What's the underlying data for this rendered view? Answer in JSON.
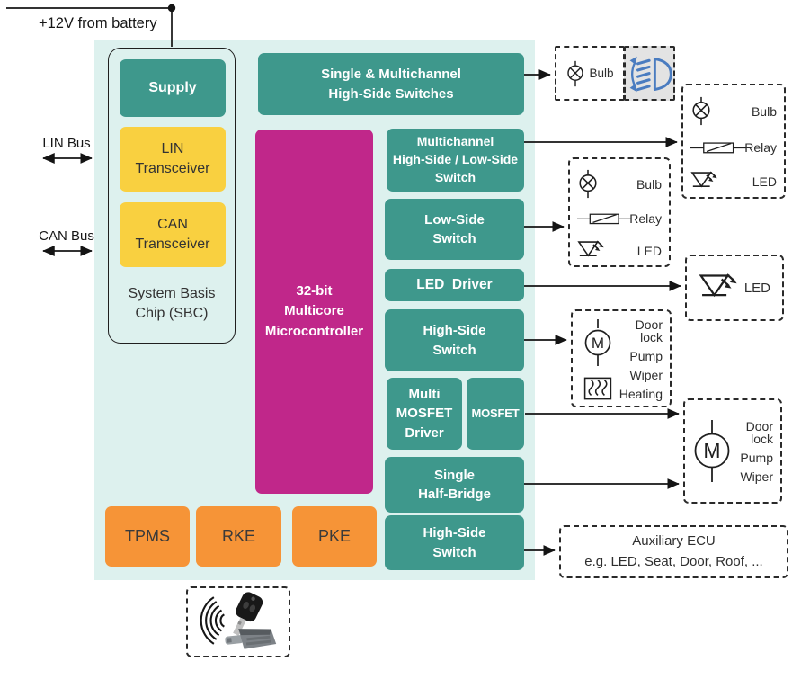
{
  "colors": {
    "teal": "#3e988c",
    "magenta": "#c0278a",
    "yellow": "#f9d040",
    "orange": "#f69437",
    "panel": "#ddf1ee",
    "gray_box": "#e3e3e3",
    "icon_blue": "#4a7cc0"
  },
  "power_label": "+12V from battery",
  "buses": {
    "lin_label": "LIN Bus",
    "can_label": "CAN Bus"
  },
  "sbc": {
    "supply_label": "Supply",
    "lin_transceiver_label": "LIN\nTransceiver",
    "can_transceiver_label": "CAN\nTransceiver",
    "caption": "System Basis\nChip (SBC)"
  },
  "mcu_label": "32-bit\nMulticore\nMicrocontroller",
  "peripherals": {
    "hs_switches_label": "Single & Multichannel\nHigh-Side Switches",
    "multichannel_hl_label": "Multichannel\nHigh-Side / Low-Side\nSwitch",
    "low_side_label": "Low-Side\nSwitch",
    "led_driver_label": "LED  Driver",
    "high_side_mid_label": "High-Side\nSwitch",
    "multi_mosfet_label": "Multi\nMOSFET\nDriver",
    "mosfet_label": "MOSFET",
    "half_bridge_label": "Single\nHalf-Bridge",
    "high_side_bottom_label": "High-Side\nSwitch"
  },
  "wireless": {
    "tpms_label": "TPMS",
    "rke_label": "RKE",
    "pke_label": "PKE"
  },
  "loads": {
    "headlight": {
      "bulb_label": "Bulb"
    },
    "box_right": {
      "bulb_label": "Bulb",
      "relay_label": "Relay",
      "led_label": "LED"
    },
    "box_mid": {
      "bulb_label": "Bulb",
      "relay_label": "Relay",
      "led_label": "LED"
    },
    "box_led": {
      "led_label": "LED"
    },
    "box_motor_heat": {
      "motor_letter": "M",
      "labels": [
        "Door lock",
        "Pump",
        "Wiper",
        "Heating"
      ]
    },
    "box_motor": {
      "motor_letter": "M",
      "labels": [
        "Door lock",
        "Pump",
        "Wiper"
      ]
    },
    "aux_ecu": {
      "title": "Auxiliary ECU",
      "subtitle": "e.g. LED, Seat, Door, Roof, ..."
    }
  }
}
